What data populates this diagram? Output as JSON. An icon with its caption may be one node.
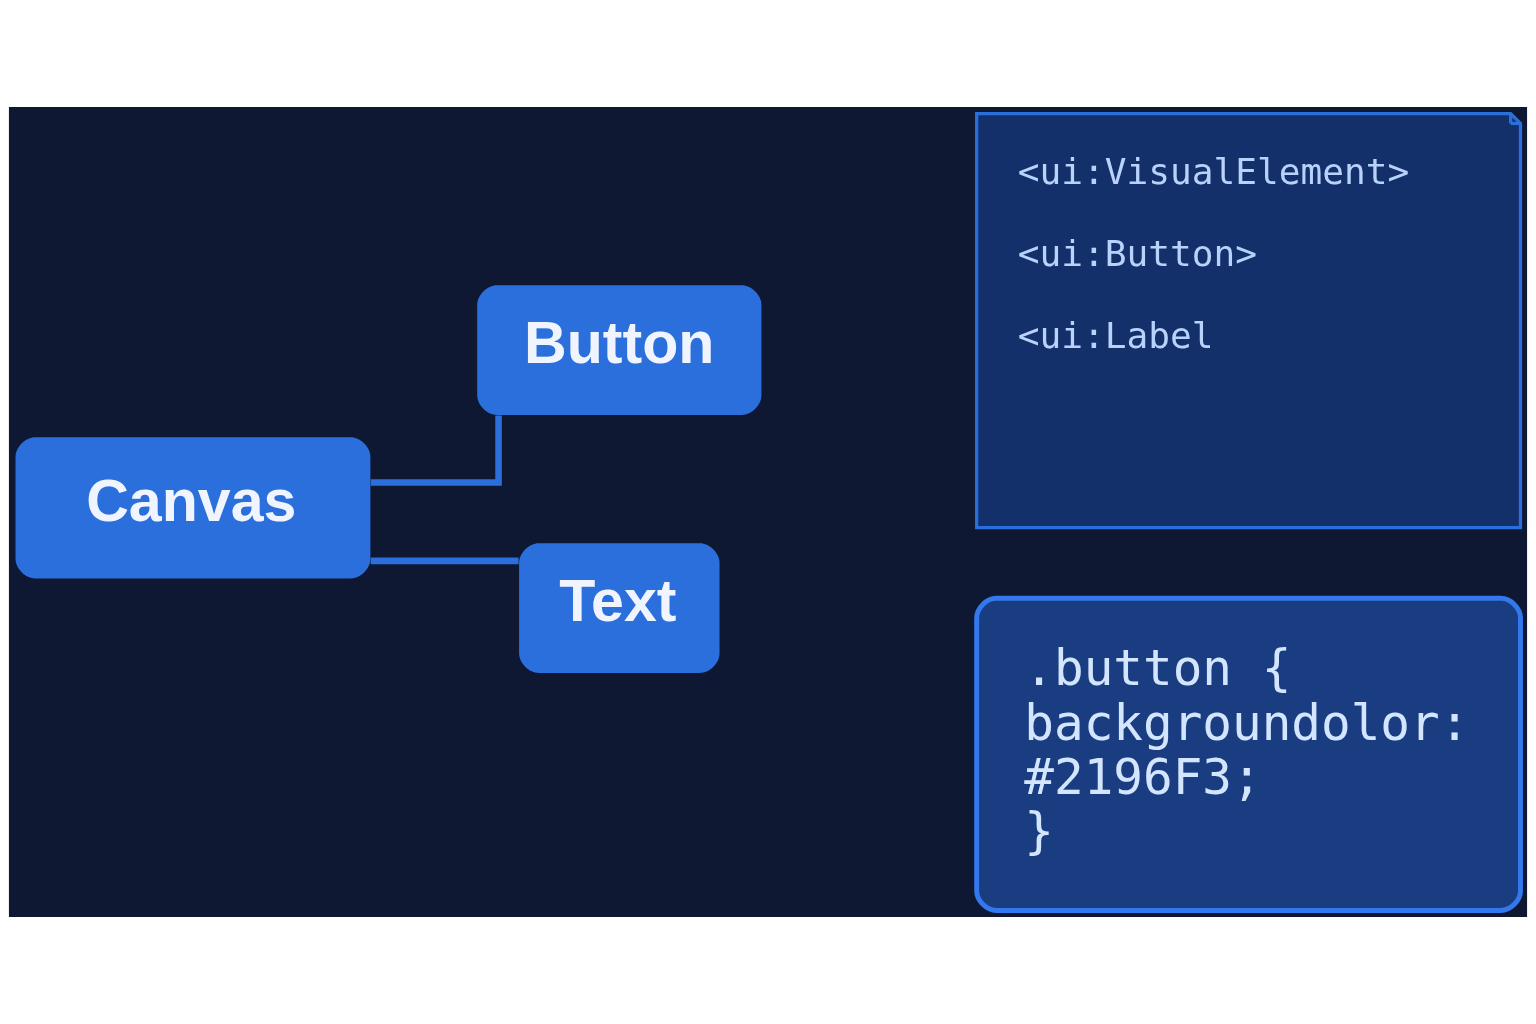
{
  "diagram": {
    "nodes": [
      {
        "text": [
          "Canvas"
        ]
      },
      {
        "text": [
          "Button"
        ]
      },
      {
        "text": [
          "Text"
        ]
      },
      {
        "text": [
          "<ui:VisualElement>",
          "<ui:Button>",
          "<ui:Label"
        ]
      },
      {
        "text": [
          ".button {",
          "backgroundolor:",
          "#2196F3;",
          "}"
        ]
      }
    ],
    "edges": [
      {
        "from": 0,
        "to": 1,
        "arrow": "none"
      },
      {
        "from": 0,
        "to": 2,
        "arrow": "none"
      }
    ]
  }
}
